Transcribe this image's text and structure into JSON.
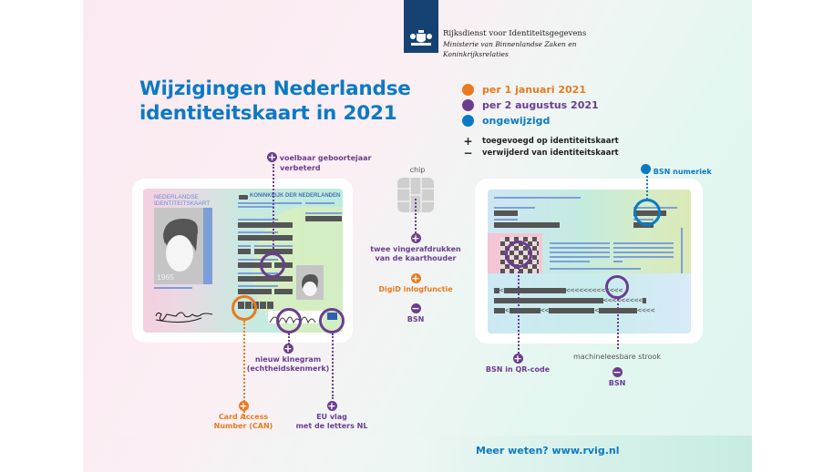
{
  "header": {
    "org_name": "Rijksdienst voor Identiteitsgegevens",
    "ministry_line1": "Ministerie van Binnenlandse Zaken en",
    "ministry_line2": "Koninkrijksrelaties",
    "logo_icon": "dutch-coat-of-arms-icon"
  },
  "title": {
    "line1": "Wijzigingen Nederlandse",
    "line2": "identiteitskaart in 2021"
  },
  "legend": {
    "items": [
      {
        "label": "per 1 januari 2021",
        "color": "#e97a1e"
      },
      {
        "label": "per 2 augustus 2021",
        "color": "#6b3d8f"
      },
      {
        "label": "ongewijzigd",
        "color": "#0b7ac4"
      }
    ],
    "signs": [
      {
        "symbol": "+",
        "label": "toegevoegd op identiteitskaart"
      },
      {
        "symbol": "−",
        "label": "verwijderd van identiteitskaart"
      }
    ]
  },
  "front_card": {
    "title_line1": "NEDERLANDSE",
    "title_line2": "IDENTITEITSKAART",
    "kingdom": "KONINKRIJK DER NEDERLANDEN",
    "birth_year": "1965",
    "callouts": {
      "birth_year": {
        "sign": "+",
        "line1": "voelbaar geboortejaar",
        "line2": "verbeterd",
        "color": "#6b3d8f"
      },
      "kinegram": {
        "sign": "+",
        "line1": "nieuw kinegram",
        "line2": "(echtheidskenmerk)",
        "color": "#6b3d8f"
      },
      "can": {
        "sign": "+",
        "line1": "Card Access",
        "line2": "Number (CAN)",
        "color": "#e97a1e"
      },
      "eu_flag": {
        "sign": "+",
        "line1": "EU vlag",
        "line2": "met de letters NL",
        "color": "#6b3d8f"
      }
    }
  },
  "chip": {
    "label": "chip",
    "callouts": [
      {
        "sign": "+",
        "line1": "twee vingerafdrukken",
        "line2": "van de kaarthouder",
        "color": "#6b3d8f"
      },
      {
        "sign": "+",
        "line1": "DigiD inlogfunctie",
        "color": "#e97a1e"
      },
      {
        "sign": "−",
        "line1": "BSN",
        "color": "#6b3d8f"
      }
    ]
  },
  "back_card": {
    "mrz_rows": [
      "<<<<<<<<<<<<<",
      "<<<<<<<<<",
      "<<  <  <<<<"
    ],
    "callouts": {
      "bsn_numeric": {
        "label": "BSN numeriek",
        "color": "#0b7ac4"
      },
      "bsn_qr": {
        "sign": "+",
        "label": "BSN in QR-code",
        "color": "#6b3d8f"
      },
      "mrz": {
        "label": "machineleesbare strook"
      },
      "mrz_bsn": {
        "sign": "−",
        "label": "BSN",
        "color": "#6b3d8f"
      }
    }
  },
  "footer": {
    "text": "Meer weten? www.rvig.nl"
  }
}
